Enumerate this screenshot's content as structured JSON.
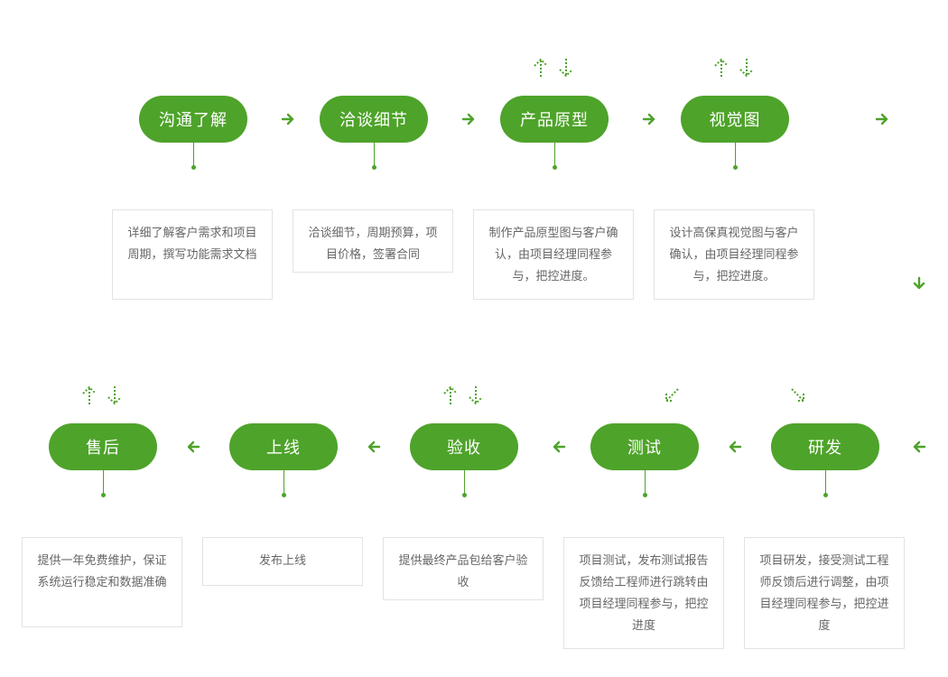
{
  "steps_top": [
    {
      "title": "沟通了解",
      "desc": "详细了解客户需求和项目周期，撰写功能需求文档"
    },
    {
      "title": "洽谈细节",
      "desc": "洽谈细节，周期预算，项目价格，签署合同"
    },
    {
      "title": "产品原型",
      "desc": "制作产品原型图与客户确认，由项目经理同程参与，把控进度。"
    },
    {
      "title": "视觉图",
      "desc": "设计高保真视觉图与客户确认，由项目经理同程参与，把控进度。"
    }
  ],
  "steps_bottom": [
    {
      "title": "售后",
      "desc": "提供一年免费维护，保证系统运行稳定和数据准确"
    },
    {
      "title": "上线",
      "desc": "发布上线"
    },
    {
      "title": "验收",
      "desc": "提供最终产品包给客户验收"
    },
    {
      "title": "测试",
      "desc": "项目测试，发布测试报告反馈给工程师进行跳转由项目经理同程参与，把控进度"
    },
    {
      "title": "研发",
      "desc": "项目研发，接受测试工程师反馈后进行调整，由项目经理同程参与，把控进度"
    }
  ],
  "colors": {
    "accent": "#4ea32a",
    "card_border": "#e3e3e3",
    "text": "#666666"
  }
}
